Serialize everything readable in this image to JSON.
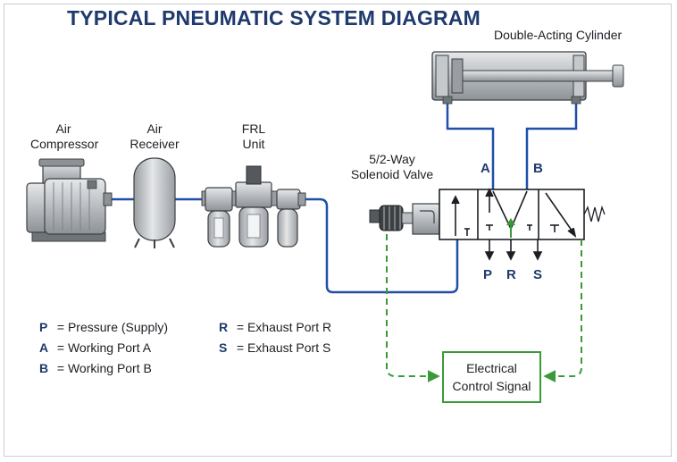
{
  "title": "TYPICAL PNEUMATIC SYSTEM DIAGRAM",
  "components": {
    "cylinder": "Double-Acting Cylinder",
    "compressor_line1": "Air",
    "compressor_line2": "Compressor",
    "receiver_line1": "Air",
    "receiver_line2": "Receiver",
    "frl_line1": "FRL",
    "frl_line2": "Unit",
    "valve_line1": "5/2-Way",
    "valve_line2": "Solenoid Valve",
    "control_line1": "Electrical",
    "control_line2": "Control Signal"
  },
  "ports": {
    "a": "A",
    "b": "B",
    "p": "P",
    "r": "R",
    "s": "S"
  },
  "legend": [
    {
      "key": "P",
      "text": "= Pressure (Supply)"
    },
    {
      "key": "A",
      "text": "= Working Port A"
    },
    {
      "key": "B",
      "text": "= Working Port B"
    },
    {
      "key": "R",
      "text": "= Exhaust Port R"
    },
    {
      "key": "S",
      "text": "= Exhaust Port S"
    }
  ],
  "colors": {
    "line_blue": "#1f4fa8",
    "signal_green": "#3a9a3a",
    "title_navy": "#1f3a6d"
  }
}
